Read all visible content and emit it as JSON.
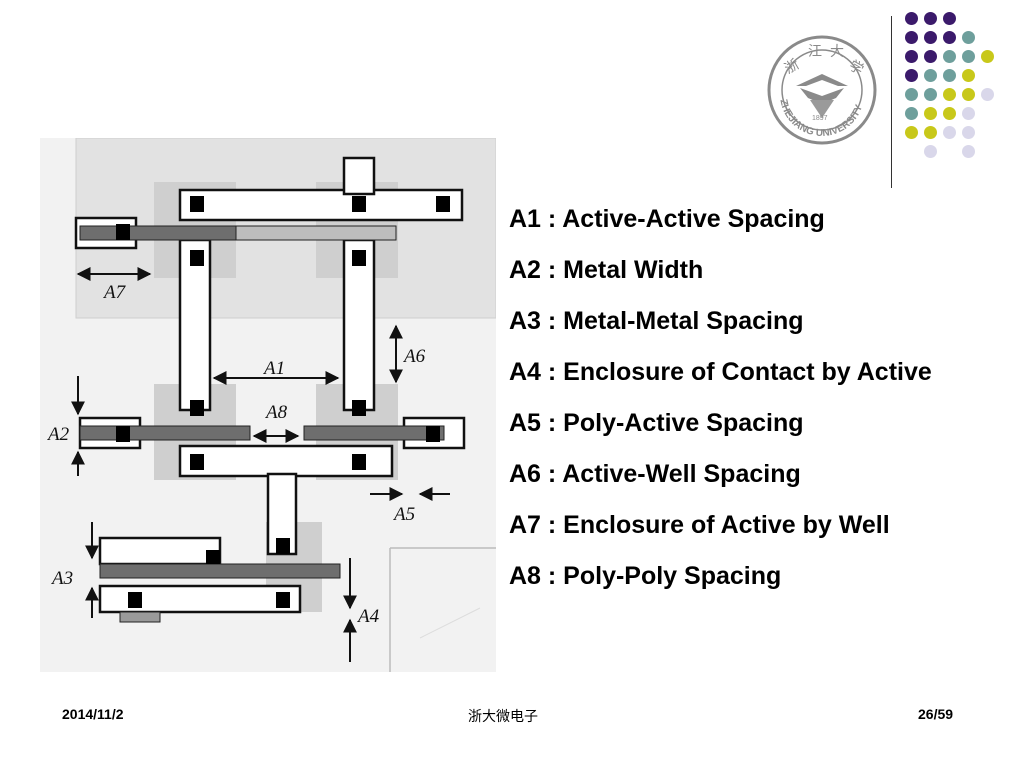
{
  "header": {
    "logo_name": "university-seal",
    "logo_text": "ZHEJIANG UNIVERSITY",
    "logo_year": "1897",
    "dot_colors": [
      "#3b1a6b",
      "#6e9f9c",
      "#c8c81a",
      "#d9d7ea"
    ]
  },
  "figure": {
    "labels": {
      "a1": "A1",
      "a2": "A2",
      "a3": "A3",
      "a4": "A4",
      "a5": "A5",
      "a6": "A6",
      "a7": "A7",
      "a8": "A8"
    }
  },
  "legend": {
    "items": [
      "A1 : Active-Active Spacing",
      "A2 : Metal Width",
      "A3 : Metal-Metal Spacing",
      "A4 : Enclosure of  Contact by Active",
      "A5 : Poly-Active Spacing",
      "A6 : Active-Well Spacing",
      "A7 : Enclosure of Active by Well",
      "A8 : Poly-Poly Spacing"
    ]
  },
  "footer": {
    "date": "2014/11/2",
    "center": "浙大微电子",
    "page": "26/59"
  }
}
